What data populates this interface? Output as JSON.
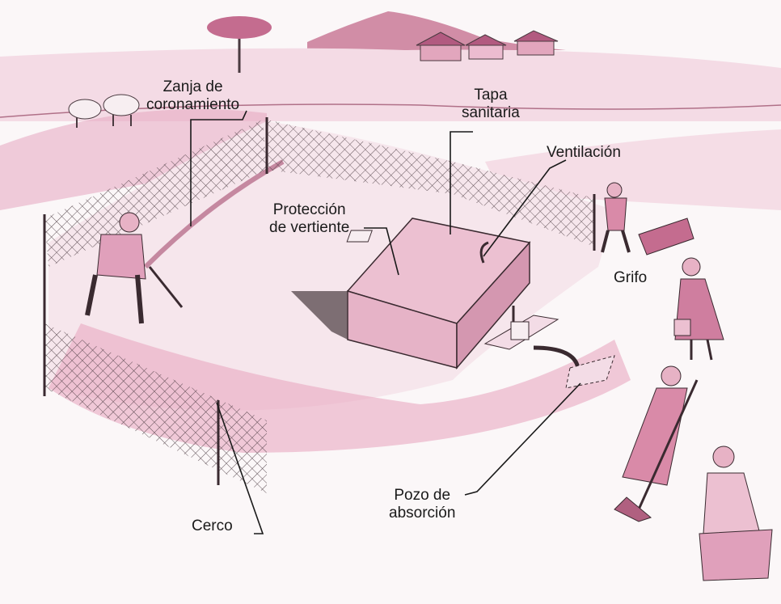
{
  "diagram": {
    "labels": {
      "zanja": [
        "Zanja de",
        "coronamiento"
      ],
      "tapa": [
        "Tapa",
        "sanitaria"
      ],
      "ventilacion": "Ventilación",
      "proteccion": [
        "Protección",
        "de vertiente"
      ],
      "grifo": "Grifo",
      "pozo": [
        "Pozo de",
        "absorción"
      ],
      "cerco": "Cerco"
    },
    "colors": {
      "ink": "#3a2a30",
      "pink": "#d98aa8",
      "pink_light": "#f0c9d8",
      "paper": "#fbf7f8"
    }
  }
}
